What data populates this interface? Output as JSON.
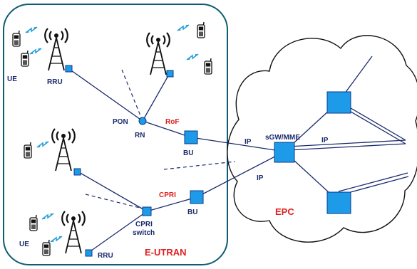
{
  "labels": {
    "ue_top": "UE",
    "rru_top": "RRU",
    "pon": "PON",
    "rn": "RN",
    "rof": "RoF",
    "bu_top": "BU",
    "ip_left": "IP",
    "sgw_mme": "sGW/MME",
    "ip_right": "IP",
    "ip_lower": "IP",
    "cpri": "CPRI",
    "bu_bottom": "BU",
    "cpri_switch_line1": "CPRI",
    "cpri_switch_line2": "switch",
    "ue_bottom": "UE",
    "rru_bottom": "RRU",
    "e_utran": "E-UTRAN",
    "epc": "EPC"
  },
  "colors": {
    "node_fill": "#1e9be8",
    "line": "#1a2a6c",
    "label_navy": "#1a2a6c",
    "label_red": "#e02020",
    "region_border": "#0d5c73",
    "wireless_arrow": "#2aa0d8"
  },
  "icons": {
    "antenna": "radio-tower-icon",
    "phone": "mobile-phone-icon",
    "wireless": "wireless-link-icon"
  }
}
